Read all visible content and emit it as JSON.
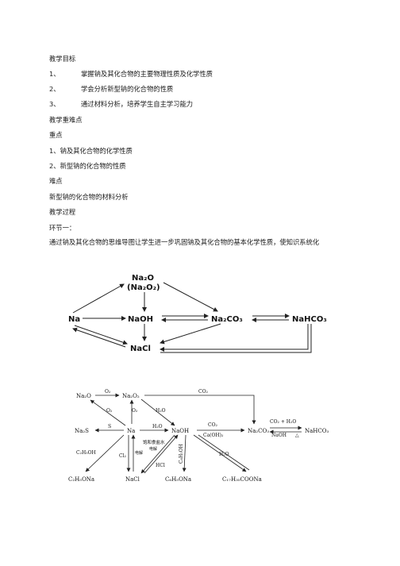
{
  "doc": {
    "heading_goals": "教学目标",
    "goals": [
      {
        "num": "1、",
        "text": "掌握钠及其化合物的主要物理性质及化学性质"
      },
      {
        "num": "2、",
        "text": "学会分析新型钠的化合物的性质"
      },
      {
        "num": "3、",
        "text": "通过材料分析，培养学生自主学习能力"
      }
    ],
    "heading_keys": "教学重难点",
    "heading_key": "重点",
    "key_items": [
      "1、钠及其化合物的化学性质",
      "2、新型钠的化合物的性质"
    ],
    "heading_difficult": "难点",
    "difficult_text": "新型钠的化合物的材料分析",
    "heading_process": "教学过程",
    "step1": "环节一：",
    "intro": "通过钠及其化合物的思维导图让学生进一步巩固钠及其化合物的基本化学性质，使知识系统化"
  },
  "diagram1": {
    "na2o": "Na₂O",
    "na2o2": "(Na₂O₂)",
    "na": "Na",
    "naoh": "NaOH",
    "na2co3": "Na₂CO₃",
    "nahco3": "NaHCO₃",
    "nacl": "NaCl"
  },
  "diagram2": {
    "na2o": "Na₂O",
    "na2o2": "Na₂O₂",
    "o2_top": "O₂",
    "o2_back": "O₂",
    "o2_down": "O₂",
    "co2_top": "CO₂",
    "h2o_upper": "H₂O",
    "na2s": "Na₂S",
    "s": "S",
    "na": "Na",
    "h2o_mid": "H₂O",
    "naoh": "NaOH",
    "co2_mid": "CO₂",
    "caoh2": "Ca(OH)₂",
    "na2co3": "Na₂CO₃",
    "co2_h2o": "CO₂ + H₂O",
    "naoh_back": "NaOH",
    "delta": "△",
    "nahco3": "NaHCO₃",
    "c2h5oh": "C₂H₅OH",
    "cl2": "Cl₂",
    "dianjie1": "电解",
    "brine": "饱和食盐水",
    "dianjie2": "电解",
    "hcl": "HCl",
    "c6h5oh": "C₆H₅OH",
    "h2o_right": "H₂O",
    "c2h5ona": "C₂H₅ONa",
    "nacl": "NaCl",
    "c6h5ona": "C₆H₅ONa",
    "c17h35coona": "C₁₇H₃₅COONa"
  }
}
